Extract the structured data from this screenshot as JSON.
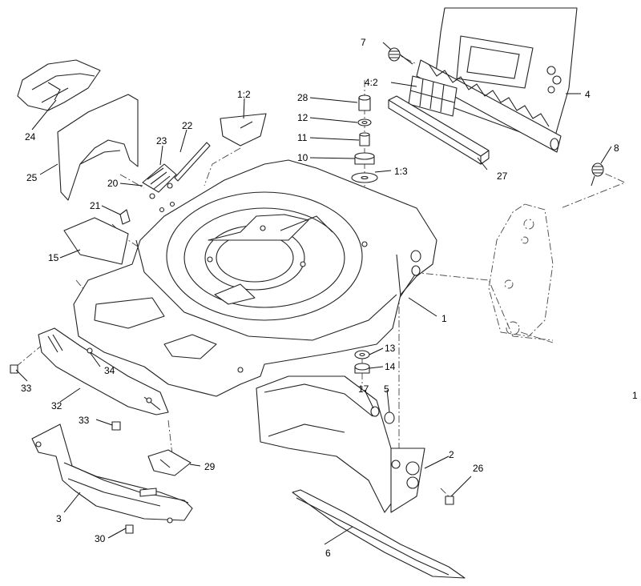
{
  "figure": {
    "callouts": {
      "c1": "1",
      "c1_corner": "1",
      "c2": "2",
      "c3": "3",
      "c4": "4",
      "c4_2": "4:2",
      "c5": "5",
      "c6": "6",
      "c7": "7",
      "c8": "8",
      "c10": "10",
      "c11": "11",
      "c12": "12",
      "c13": "13",
      "c14": "14",
      "c15": "15",
      "c17": "17",
      "c20": "20",
      "c21": "21",
      "c22": "22",
      "c23": "23",
      "c24": "24",
      "c25": "25",
      "c26": "26",
      "c27": "27",
      "c28": "28",
      "c29": "29",
      "c30": "30",
      "c32": "32",
      "c33a": "33",
      "c33b": "33",
      "c34": "34",
      "c1_2": "1:2",
      "c1_3": "1:3"
    }
  }
}
